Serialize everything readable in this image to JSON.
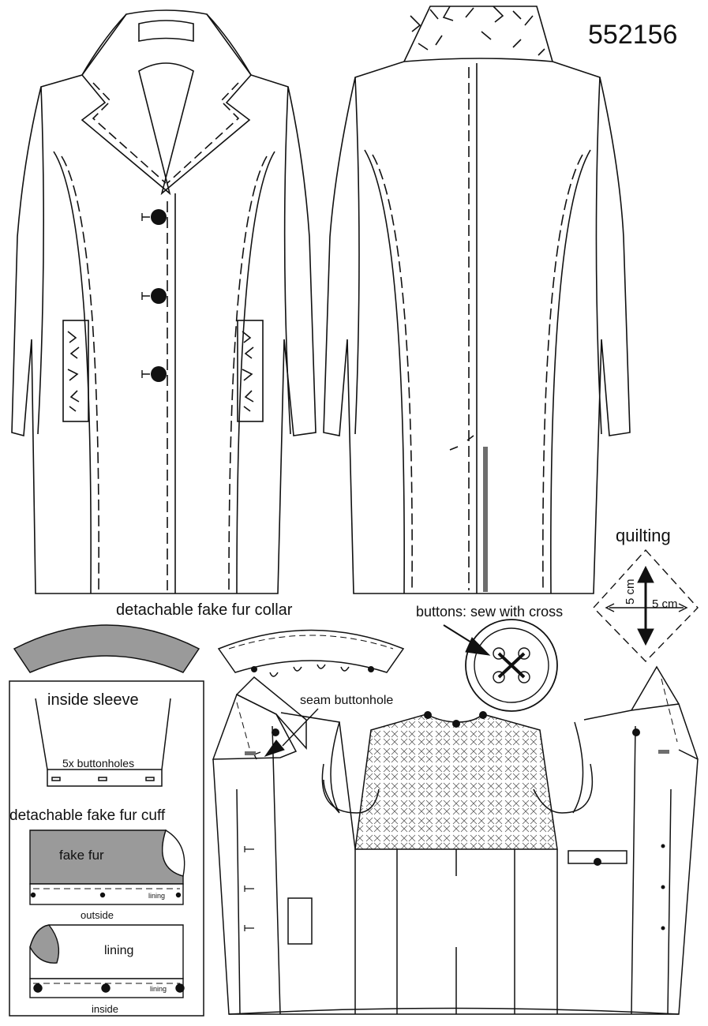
{
  "pattern_number": "552156",
  "labels": {
    "collar_title": "detachable fake fur  collar",
    "buttons_note": "buttons: sew with cross",
    "quilting_title": "quilting",
    "quilt_dim_vertical": "5 cm",
    "quilt_dim_horizontal": "5 cm",
    "seam_buttonhole": "seam buttonhole",
    "inside_sleeve": "inside sleeve",
    "buttonholes": "5x buttonholes",
    "cuff_title": "detachable fake fur cuff",
    "fake_fur": "fake fur",
    "lining_small": "lining",
    "outside": "outside",
    "lining_large": "lining",
    "lining_small_2": "lining",
    "inside": "inside"
  },
  "colors": {
    "line": "#111111",
    "fur_fill": "#9a9a9a",
    "zipper": "#6e6e6e",
    "paper": "#ffffff"
  }
}
